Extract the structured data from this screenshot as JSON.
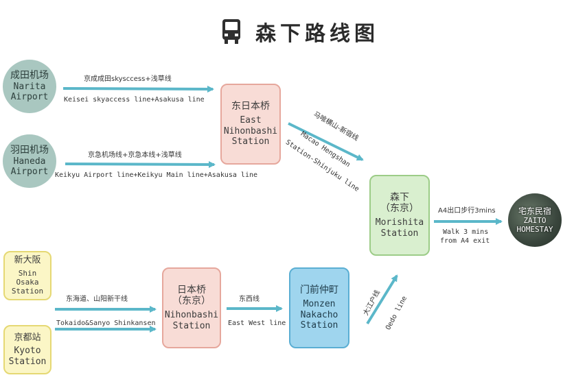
{
  "title": "森下路线图",
  "icons": {
    "title_icon": "bus-icon"
  },
  "colors": {
    "arrow": "#5bb7c9",
    "airport_circle": "#a9c7c0",
    "pink_box": "#f8dcd6",
    "green_box": "#d9efcf",
    "blue_box": "#9fd5ee",
    "yellow_box": "#fbf6c6"
  },
  "nodes": {
    "narita": {
      "zh": "成田机场",
      "en1": "Narita",
      "en2": "Airport"
    },
    "haneda": {
      "zh": "羽田机场",
      "en1": "Haneda",
      "en2": "Airport"
    },
    "higashi_nihonbashi": {
      "zh": "东日本桥",
      "en1": "East",
      "en2": "Nihonbashi",
      "en3": "Station"
    },
    "morishita": {
      "zh1": "森下",
      "zh2": "（东京）",
      "en1": "Morishita",
      "en2": "Station"
    },
    "hotel": {
      "zh": "宅东民宿",
      "en1": "ZAITO",
      "en2": "HOMESTAY"
    },
    "shin_osaka": {
      "zh": "新大阪",
      "en1": "Shin Osaka",
      "en2": "Station"
    },
    "kyoto": {
      "zh": "京都站",
      "en1": "Kyoto",
      "en2": "Station"
    },
    "nihonbashi": {
      "zh1": "日本桥",
      "zh2": "（东京）",
      "en1": "Nihonbashi",
      "en2": "Station"
    },
    "monzen": {
      "zh": "门前仲町",
      "en1": "Monzen",
      "en2": "Nakacho",
      "en3": "Station"
    }
  },
  "routes": {
    "narita_zh": "京成成田skysccess+浅草线",
    "narita_en": "Keisei skyaccess line+Asakusa line",
    "haneda_zh": "京急机场线+京急本线+浅草线",
    "haneda_en": "Keikyu Airport line+Keikyu Main line+Asakusa line",
    "shinjuku_zh": "马喰横山-新宿线",
    "shinjuku_en1": "Macao Hengshan",
    "shinjuku_en2": "Station-Shinjuku line",
    "walk_zh": "A4出口步行3mins",
    "walk_en1": "Walk 3 mins",
    "walk_en2": "from A4 exit",
    "shinkansen_zh": "东海道、山阳新干线",
    "shinkansen_en": "Tokaido&Sanyo Shinkansen",
    "tozai_zh": "东西线",
    "tozai_en": "East West line",
    "oedo_zh": "大江户线",
    "oedo_en": "Oedo line"
  }
}
